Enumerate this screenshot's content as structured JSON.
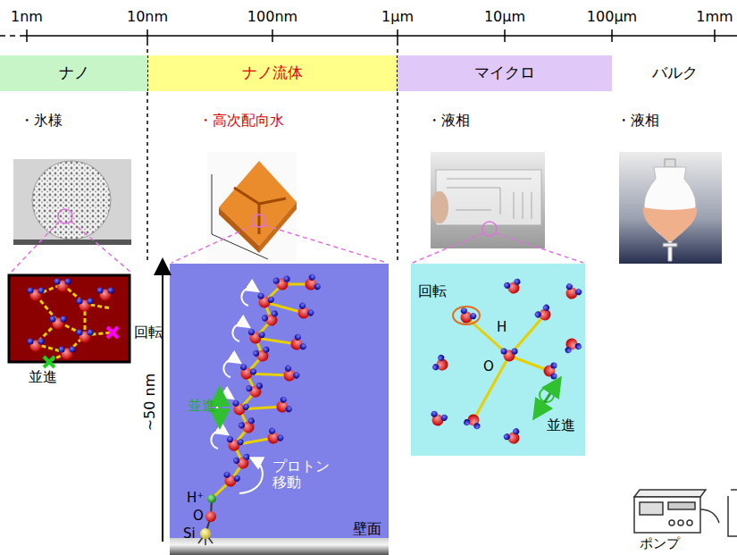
{
  "diagram": {
    "nodes": [
      {
        "text": [
          "ナノ"
        ]
      },
      {
        "text": [
          "ナノ流体"
        ]
      },
      {
        "text": [
          "マイクロ"
        ]
      },
      {
        "text": [
          "バルク"
        ]
      },
      {
        "text": [
          "並進",
          "プロトン 移動",
          "壁面"
        ]
      },
      {
        "text": [
          "回転",
          "並進"
        ]
      }
    ],
    "labels": [
      "1nm",
      "10nm",
      "100nm",
      "1μm",
      "10μm",
      "100μm",
      "1mm",
      "・氷様",
      "・高次配向水",
      "・液相",
      "・液相",
      "回転",
      "並進",
      "~50 nm",
      "H⁺",
      "O",
      "Si",
      "H",
      "O",
      "ポンプ"
    ]
  }
}
